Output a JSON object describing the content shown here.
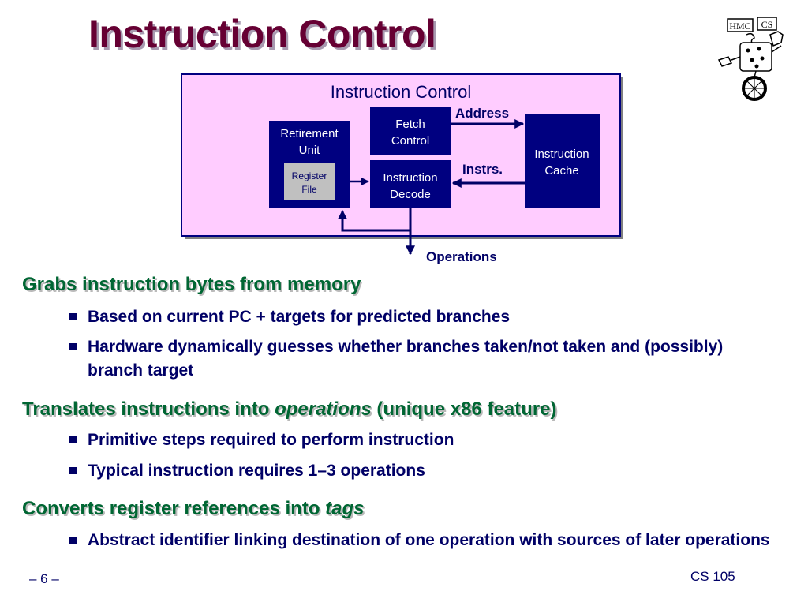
{
  "slide": {
    "title": "Instruction Control",
    "logo_text": {
      "left": "HMC",
      "right": "CS"
    }
  },
  "diagram": {
    "container_label": "Instruction Control",
    "retirement_unit": [
      "Retirement",
      "Unit"
    ],
    "register_file": [
      "Register",
      "File"
    ],
    "fetch_control": [
      "Fetch",
      "Control"
    ],
    "instruction_decode": [
      "Instruction",
      "Decode"
    ],
    "instruction_cache": [
      "Instruction",
      "Cache"
    ],
    "label_address": "Address",
    "label_instrs": "Instrs.",
    "label_operations": "Operations",
    "colors": {
      "container_fill": "#ffccff",
      "container_border": "#000080",
      "box_fill": "#000080",
      "register_file_fill": "#c0c0c0",
      "arrow": "#000066"
    }
  },
  "sections": [
    {
      "heading": {
        "before": "Grabs instruction bytes from memory",
        "em": "",
        "after": ""
      },
      "bullets": [
        "Based on current PC + targets for predicted branches",
        "Hardware dynamically guesses whether branches taken/not taken and (possibly) branch target"
      ]
    },
    {
      "heading": {
        "before": "Translates instructions into ",
        "em": "operations",
        "after": " (unique x86 feature)"
      },
      "bullets": [
        "Primitive steps required to perform instruction",
        "Typical instruction requires 1–3 operations"
      ]
    },
    {
      "heading": {
        "before": "Converts register references into ",
        "em": "tags",
        "after": ""
      },
      "bullets": [
        "Abstract identifier linking destination of one operation with sources of later operations"
      ]
    }
  ],
  "footer": {
    "page": "– 6 –",
    "course": "CS 105"
  }
}
